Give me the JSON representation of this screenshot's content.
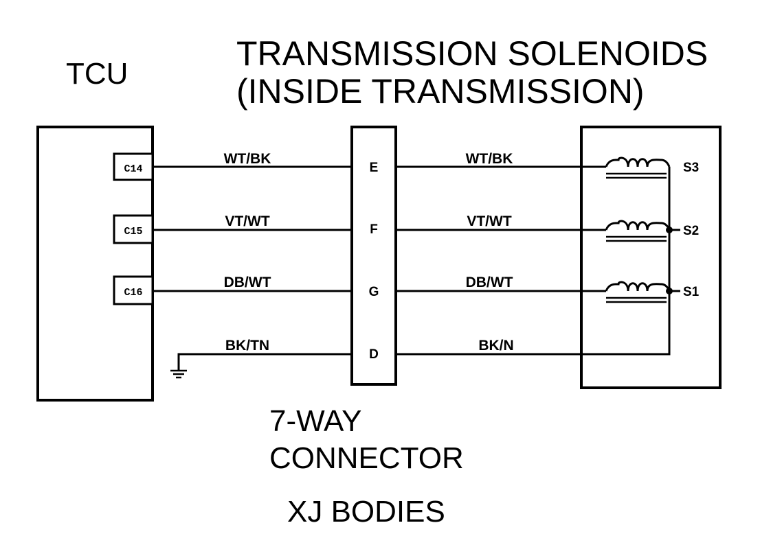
{
  "tcu": {
    "label": "TCU",
    "pins": [
      "C14",
      "C15",
      "C16"
    ]
  },
  "solenoids_block": {
    "title_line1": "TRANSMISSION SOLENOIDS",
    "title_line2": "(INSIDE TRANSMISSION)",
    "solenoids": [
      "S3",
      "S2",
      "S1"
    ]
  },
  "connector": {
    "label_line1": "7-WAY",
    "label_line2": "CONNECTOR",
    "pins": [
      "E",
      "F",
      "G",
      "D"
    ]
  },
  "wires_left": [
    "WT/BK",
    "VT/WT",
    "DB/WT",
    "BK/TN"
  ],
  "wires_right": [
    "WT/BK",
    "VT/WT",
    "DB/WT",
    "BK/N"
  ],
  "caption": "XJ BODIES",
  "colors": {
    "line": "#000000",
    "background": "#ffffff"
  }
}
